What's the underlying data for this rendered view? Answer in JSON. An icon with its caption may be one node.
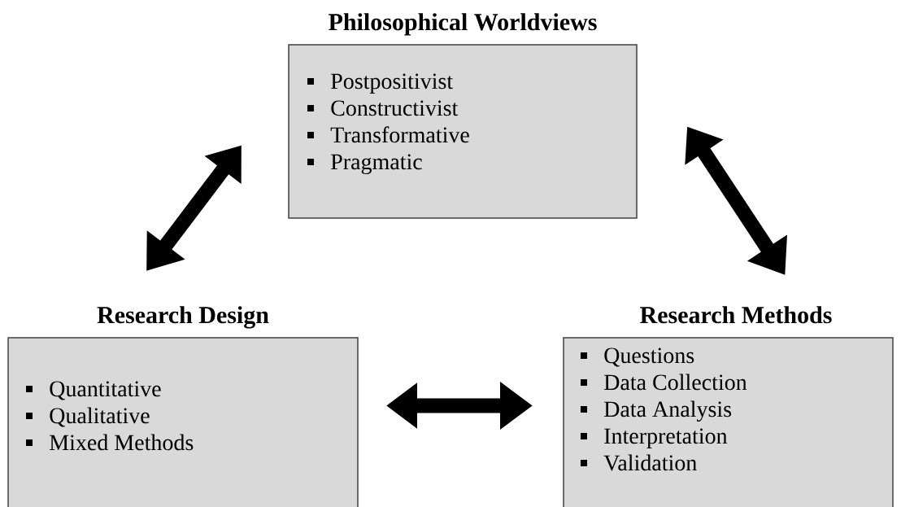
{
  "diagram": {
    "nodes": [
      {
        "text": [
          "Philosophical Worldviews",
          "Postpositivist",
          "Constructivist",
          "Transformative",
          "Pragmatic"
        ]
      },
      {
        "text": [
          "Research Design",
          "Quantitative",
          "Qualitative",
          "Mixed Methods"
        ]
      },
      {
        "text": [
          "Research Methods",
          "Questions",
          "Data Collection",
          "Data Analysis",
          "Interpretation",
          "Validation"
        ]
      }
    ],
    "edges": [
      {
        "from": 0,
        "to": 1,
        "arrow": "both"
      },
      {
        "from": 0,
        "to": 2,
        "arrow": "both"
      },
      {
        "from": 1,
        "to": 2,
        "arrow": "both"
      }
    ]
  }
}
